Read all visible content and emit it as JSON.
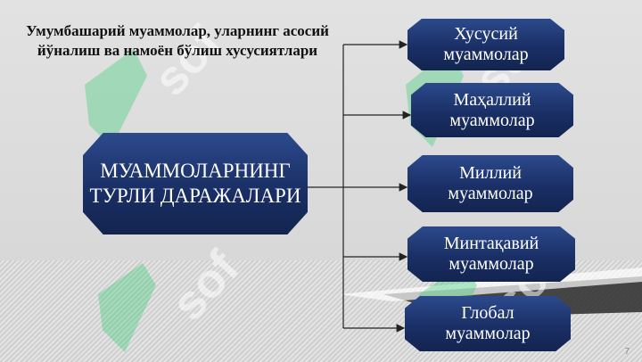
{
  "title": "Умумбашарий муаммолар, уларнинг асосий йўналиш ва намоён бўлиш хусусиятлари",
  "main_box": "МУАММОЛАРНИНГ ТУРЛИ ДАРАЖАЛАРИ",
  "items": [
    "Хусусий муаммолар",
    "Маҳаллий муаммолар",
    "Миллий муаммолар",
    "Минтақавий муаммолар",
    "Глобал муаммолар"
  ],
  "watermark_text": "sof",
  "page_number": "7",
  "colors": {
    "box_top": "#2c4a8c",
    "box_bottom": "#13244f",
    "connector": "#222222",
    "watermark": "#2ecc71"
  }
}
